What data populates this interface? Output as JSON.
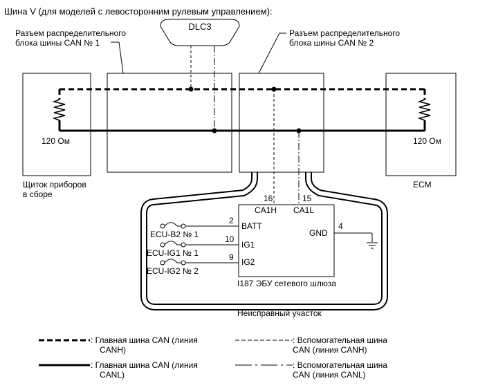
{
  "title": "Шина V (для моделей с левосторонним рулевым управлением):",
  "connectors": {
    "dlc3": "DLC3",
    "junction1": [
      "Разъем распределительного",
      "блока шины CAN № 1"
    ],
    "junction2": [
      "Разъем распределительного",
      "блока шины CAN № 2"
    ]
  },
  "blocks": {
    "combination_meter": {
      "resistor": "120 Ом",
      "name": [
        "Щиток приборов",
        "в сборе"
      ]
    },
    "ecm": {
      "resistor": "120 Ом",
      "name": "ECM"
    }
  },
  "gateway": {
    "name": "I187  ЭБУ сетевого шлюза",
    "pins": {
      "ca1h": {
        "number": "16",
        "label": "CA1H"
      },
      "ca1l": {
        "number": "15",
        "label": "CA1L"
      },
      "batt": {
        "number": "2",
        "label": "BATT"
      },
      "ig1": {
        "number": "10",
        "label": "IG1"
      },
      "ig2": {
        "number": "9",
        "label": "IG2"
      },
      "gnd": {
        "number": "4",
        "label": "GND"
      }
    },
    "fuses": [
      "ECU-B2 № 1",
      "ECU-IG1 № 1",
      "ECU-IG2 № 2"
    ]
  },
  "faulty_area": "Неисправный участок",
  "legend": [
    {
      "style": "main-canh",
      "text": [
        ": Главная шина CAN (линия",
        "CANH)"
      ]
    },
    {
      "style": "branch-canh",
      "text": [
        ": Вспомогательная шина",
        "CAN (линия CANH)"
      ]
    },
    {
      "style": "main-canl",
      "text": [
        ": Главная шина CAN (линия",
        "CANL)"
      ]
    },
    {
      "style": "branch-canl",
      "text": [
        ": Вспомогательная шина",
        "CAN (линия CANL)"
      ]
    }
  ]
}
